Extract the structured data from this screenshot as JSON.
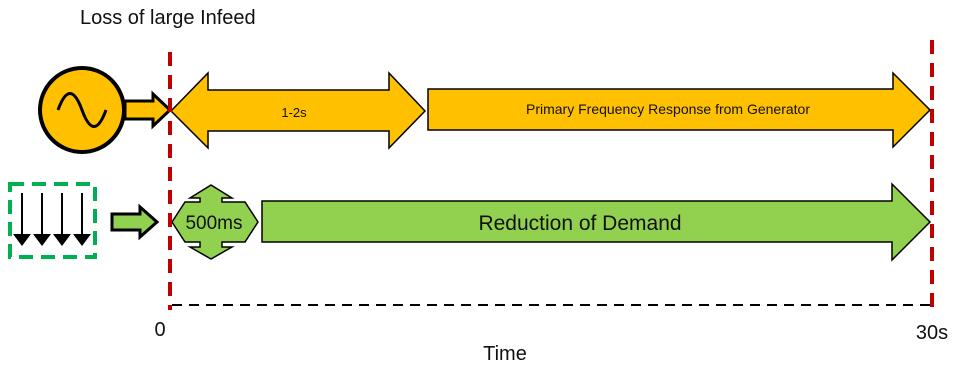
{
  "title": "Loss of large Infeed",
  "generator": {
    "icon": "ac-generator-icon",
    "short_arrow_label": "1-2s",
    "long_arrow_label": "Primary Frequency Response from Generator",
    "color": "#FFC000"
  },
  "demand": {
    "icon": "load-demand-icon",
    "short_arrow_label": "500ms",
    "long_arrow_label": "Reduction of Demand",
    "color": "#92D050",
    "box_border_color": "#00B050"
  },
  "time_axis": {
    "start_label": "0",
    "end_label": "30s",
    "axis_label": "Time"
  },
  "marker_color": "#C00000"
}
